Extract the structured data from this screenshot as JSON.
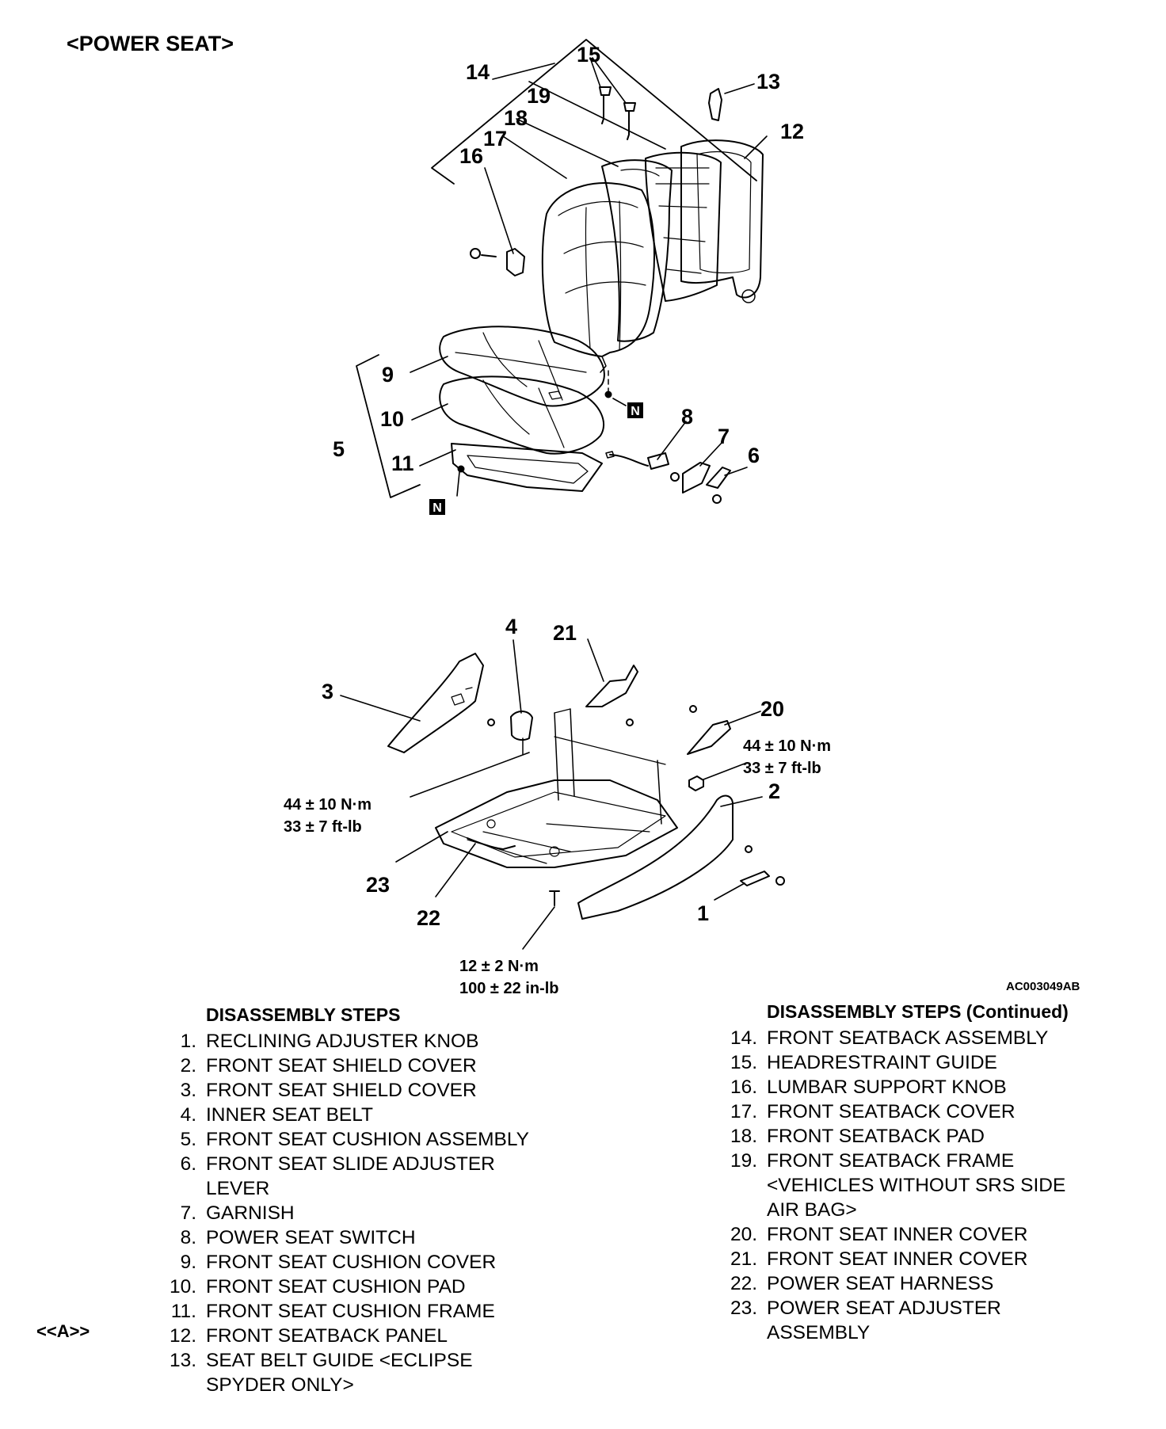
{
  "title": "<POWER SEAT>",
  "figure_id": "AC003049AB",
  "marker": "<<A>>",
  "nut_symbol": "N",
  "callouts": {
    "c1": "1",
    "c2": "2",
    "c3": "3",
    "c4": "4",
    "c5": "5",
    "c6": "6",
    "c7": "7",
    "c8": "8",
    "c9": "9",
    "c10": "10",
    "c11": "11",
    "c12": "12",
    "c13": "13",
    "c14": "14",
    "c15": "15",
    "c16": "16",
    "c17": "17",
    "c18": "18",
    "c19": "19",
    "c20": "20",
    "c21": "21",
    "c22": "22",
    "c23": "23"
  },
  "torques": {
    "right_nm": "44 ± 10 N·m",
    "right_ft": "33 ± 7 ft-lb",
    "left_nm": "44 ± 10 N·m",
    "left_ft": "33 ± 7 ft-lb",
    "bottom_nm": "12 ± 2 N·m",
    "bottom_in": "100 ± 22 in-lb"
  },
  "steps_left": {
    "heading": "DISASSEMBLY STEPS",
    "items": [
      {
        "num": "1.",
        "text": "RECLINING ADJUSTER KNOB"
      },
      {
        "num": "2.",
        "text": "FRONT SEAT SHIELD COVER"
      },
      {
        "num": "3.",
        "text": "FRONT SEAT SHIELD COVER"
      },
      {
        "num": "4.",
        "text": "INNER SEAT BELT"
      },
      {
        "num": "5.",
        "text": "FRONT SEAT CUSHION ASSEMBLY"
      },
      {
        "num": "6.",
        "text": "FRONT SEAT SLIDE ADJUSTER"
      },
      {
        "num": "",
        "text": "LEVER"
      },
      {
        "num": "7.",
        "text": "GARNISH"
      },
      {
        "num": "8.",
        "text": "POWER SEAT SWITCH"
      },
      {
        "num": "9.",
        "text": "FRONT SEAT CUSHION COVER"
      },
      {
        "num": "10.",
        "text": "FRONT SEAT CUSHION PAD"
      },
      {
        "num": "11.",
        "text": "FRONT SEAT CUSHION FRAME"
      },
      {
        "num": "12.",
        "text": "FRONT SEATBACK PANEL"
      },
      {
        "num": "13.",
        "text": "SEAT BELT GUIDE <ECLIPSE"
      },
      {
        "num": "",
        "text": "SPYDER ONLY>"
      }
    ]
  },
  "steps_right": {
    "heading": "DISASSEMBLY STEPS (Continued)",
    "items": [
      {
        "num": "14.",
        "text": "FRONT SEATBACK ASSEMBLY"
      },
      {
        "num": "15.",
        "text": "HEADRESTRAINT GUIDE"
      },
      {
        "num": "16.",
        "text": "LUMBAR SUPPORT KNOB"
      },
      {
        "num": "17.",
        "text": "FRONT SEATBACK COVER"
      },
      {
        "num": "18.",
        "text": "FRONT SEATBACK PAD"
      },
      {
        "num": "19.",
        "text": "FRONT SEATBACK FRAME"
      },
      {
        "num": "",
        "text": "<VEHICLES WITHOUT SRS SIDE"
      },
      {
        "num": "",
        "text": "AIR BAG>"
      },
      {
        "num": "20.",
        "text": "FRONT SEAT INNER COVER"
      },
      {
        "num": "21.",
        "text": "FRONT SEAT INNER COVER"
      },
      {
        "num": "22.",
        "text": "POWER SEAT HARNESS"
      },
      {
        "num": "23.",
        "text": "POWER SEAT ADJUSTER"
      },
      {
        "num": "",
        "text": "ASSEMBLY"
      }
    ]
  }
}
